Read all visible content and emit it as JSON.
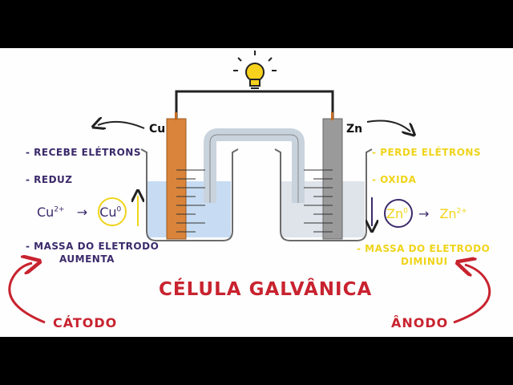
{
  "title": "CÉLULA GALVÂNICA",
  "electrodes": {
    "left": "Cu",
    "right": "Zn"
  },
  "cathode": {
    "name": "CÁTODO",
    "items": [
      "- RECEBE ELÉTRONS",
      "- REDUZ"
    ],
    "mass_line1": "- MASSA DO ELETRODO",
    "mass_line2": "AUMENTA",
    "ion": "Cu",
    "ion_charge": "2+",
    "atom": "Cu",
    "atom_charge": "0",
    "arrow": "→"
  },
  "anode": {
    "name": "ÂNODO",
    "items": [
      "- PERDE ELÉTRONS",
      "- OXIDA"
    ],
    "mass_line1": "- MASSA DO ELETRODO",
    "mass_line2": "DIMINUI",
    "atom": "Zn",
    "atom_charge": "0",
    "ion": "Zn",
    "ion_charge": "2+",
    "arrow": "→"
  },
  "colors": {
    "cathode_text": "#3b2a6b",
    "anode_text": "#f0d41a",
    "title": "#c8232f",
    "copper": "#d9843a",
    "zinc": "#9a9a9a",
    "solution": "#c7dcf2",
    "bulb": "#f7d21c"
  }
}
